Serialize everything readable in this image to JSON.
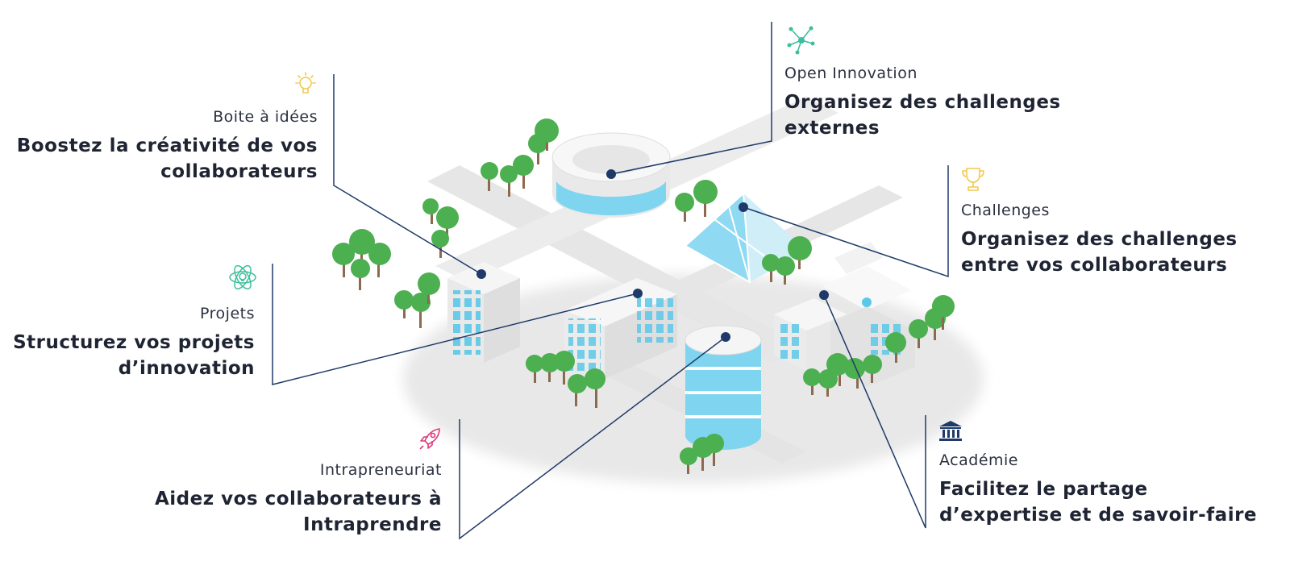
{
  "features": [
    {
      "id": "ideas",
      "category": "Boite à idées",
      "desc_line1": "Boostez la créativité de vos",
      "desc_line2": "collaborateurs",
      "icon": "lightbulb-icon",
      "icon_color": "#f2c94c"
    },
    {
      "id": "projects",
      "category": "Projets",
      "desc_line1": "Structurez vos projets",
      "desc_line2": "d’innovation",
      "icon": "atom-lightbulb-icon",
      "icon_color": "#3cbf9c"
    },
    {
      "id": "intrapreneurship",
      "category": "Intrapreneuriat",
      "desc_line1": "Aidez vos collaborateurs à",
      "desc_line2": "Intraprendre",
      "icon": "rocket-icon",
      "icon_color": "#e0397a"
    },
    {
      "id": "open-innovation",
      "category": "Open Innovation",
      "desc_line1": "Organisez des challenges",
      "desc_line2": "externes",
      "icon": "network-icon",
      "icon_color": "#3cbf9c"
    },
    {
      "id": "challenges",
      "category": "Challenges",
      "desc_line1": "Organisez des challenges",
      "desc_line2": "entre vos collaborateurs",
      "icon": "trophy-icon",
      "icon_color": "#f2c94c"
    },
    {
      "id": "academy",
      "category": "Académie",
      "desc_line1": "Facilitez le partage",
      "desc_line2": "d’expertise et de savoir-faire",
      "icon": "institution-icon",
      "icon_color": "#1f3a68"
    }
  ],
  "colors": {
    "connector": "#1f3a68",
    "building": "#f2f2f2",
    "window": "#5bc8e8",
    "tree": "#4caf50",
    "road": "#d9d9d9"
  }
}
